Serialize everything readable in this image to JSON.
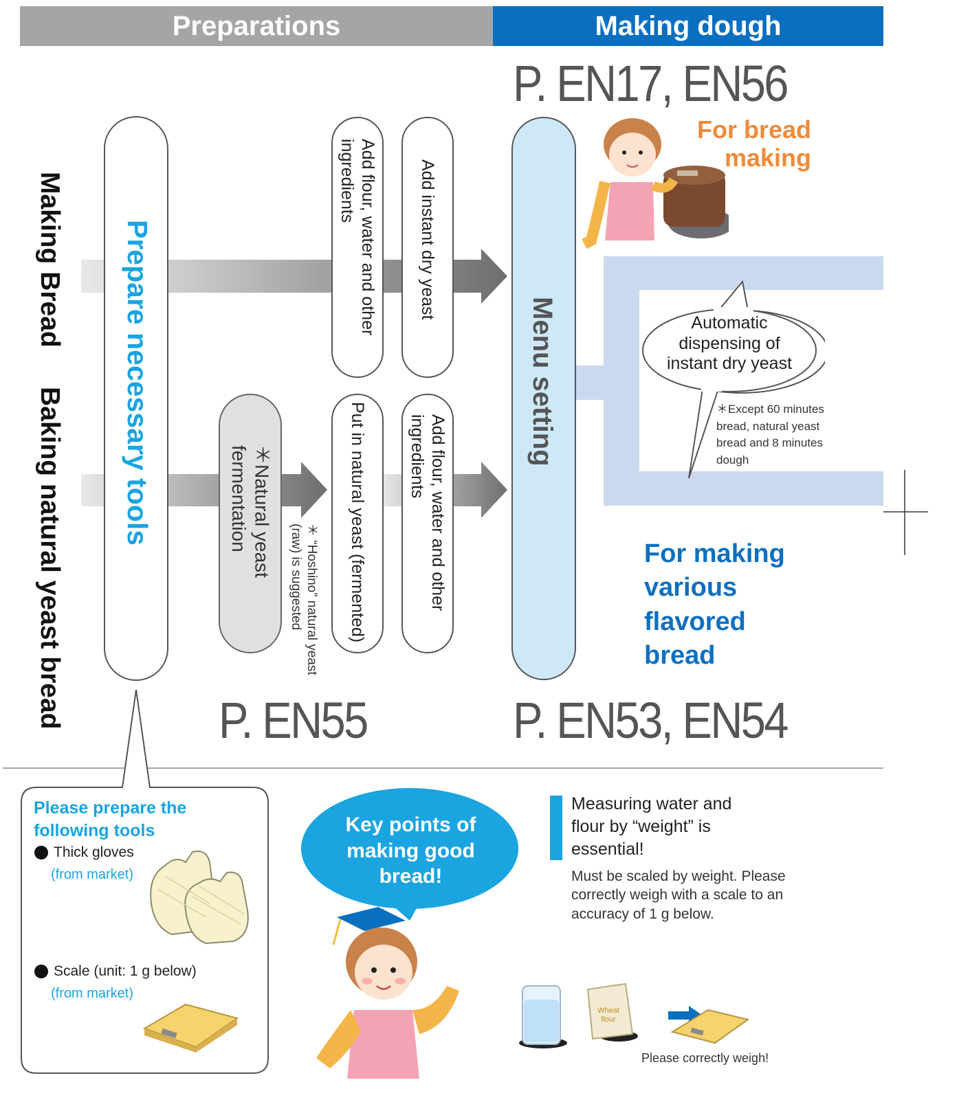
{
  "header": {
    "left_label": "Preparations",
    "right_label": "Making dough"
  },
  "page_refs": {
    "top_right": "P. EN17, EN56",
    "bottom_middle": "P. EN55",
    "bottom_right": "P. EN53, EN54"
  },
  "rows": {
    "top": "Making Bread",
    "bottom": "Baking natural yeast bread"
  },
  "tools_pill": "Prepare necessary tools",
  "steps_top": [
    "Add flour, water and other ingredients",
    "Add instant dry yeast"
  ],
  "steps_bottom": [
    "Put in natural yeast (fermented)",
    "Add flour, water and other ingredients"
  ],
  "fermentation": {
    "label": "＊Natural yeast fermentation",
    "note": "＊ “Hoshino” natural yeast (raw) is suggested"
  },
  "menu_setting": "Menu setting",
  "for_bread": "For bread making",
  "auto_bubble": "Automatic dispensing of instant dry yeast",
  "auto_note": "＊Except 60 minutes bread, natural yeast bread and 8 minutes dough",
  "flavored": "For making various flavored bread",
  "tools_box": {
    "title": "Please prepare the following tools",
    "item1": "Thick gloves",
    "item1_src": "(from market)",
    "item2": "Scale (unit: 1 g below)",
    "item2_src": "(from market)"
  },
  "key_points": "Key points of making good bread!",
  "measure": {
    "title": "Measuring water and flour by “weight” is essential!",
    "desc": "Must be scaled by weight. Please correctly weigh with a scale to an accuracy of 1 g below.",
    "wheat_label": "Wheat flour",
    "caption": "Please correctly weigh!"
  },
  "colors": {
    "gray_header": "#a4a5a7",
    "blue_header": "#0b6fc0",
    "cyan": "#1aa4e0",
    "orange": "#f08a3a",
    "light_blue": "#c9d9ef",
    "menu_fill": "#cde9f9"
  }
}
